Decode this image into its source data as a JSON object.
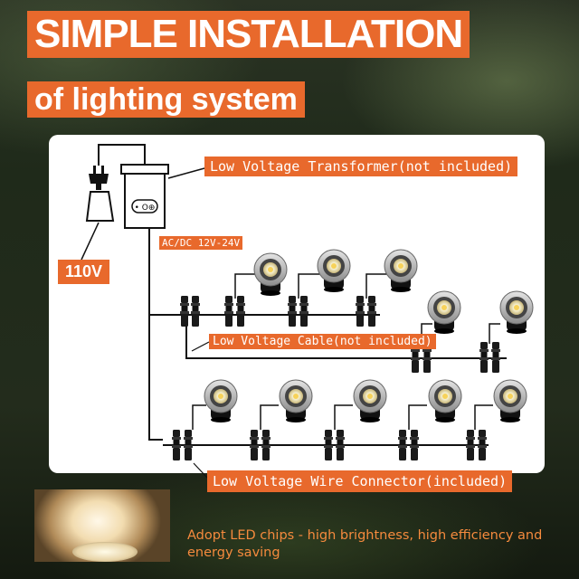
{
  "title": {
    "line1": "SIMPLE INSTALLATION",
    "line2": "of lighting system"
  },
  "labels": {
    "transformer": "Low Voltage Transformer(not included)",
    "voltage": "AC/DC 12V-24V",
    "input_voltage": "110V",
    "cable": "Low Voltage Cable(not included)",
    "connector": "Low Voltage Wire Connector(included)"
  },
  "footer": {
    "text": "Adopt LED chips - high brightness, high efficiency and energy saving"
  },
  "colors": {
    "accent": "#e8692c",
    "footer_text": "#f58a3d",
    "panel": "#ffffff"
  },
  "icons": [
    "power-plug-icon",
    "transformer-box-icon",
    "led-spotlight-icon",
    "wire-connector-icon"
  ]
}
